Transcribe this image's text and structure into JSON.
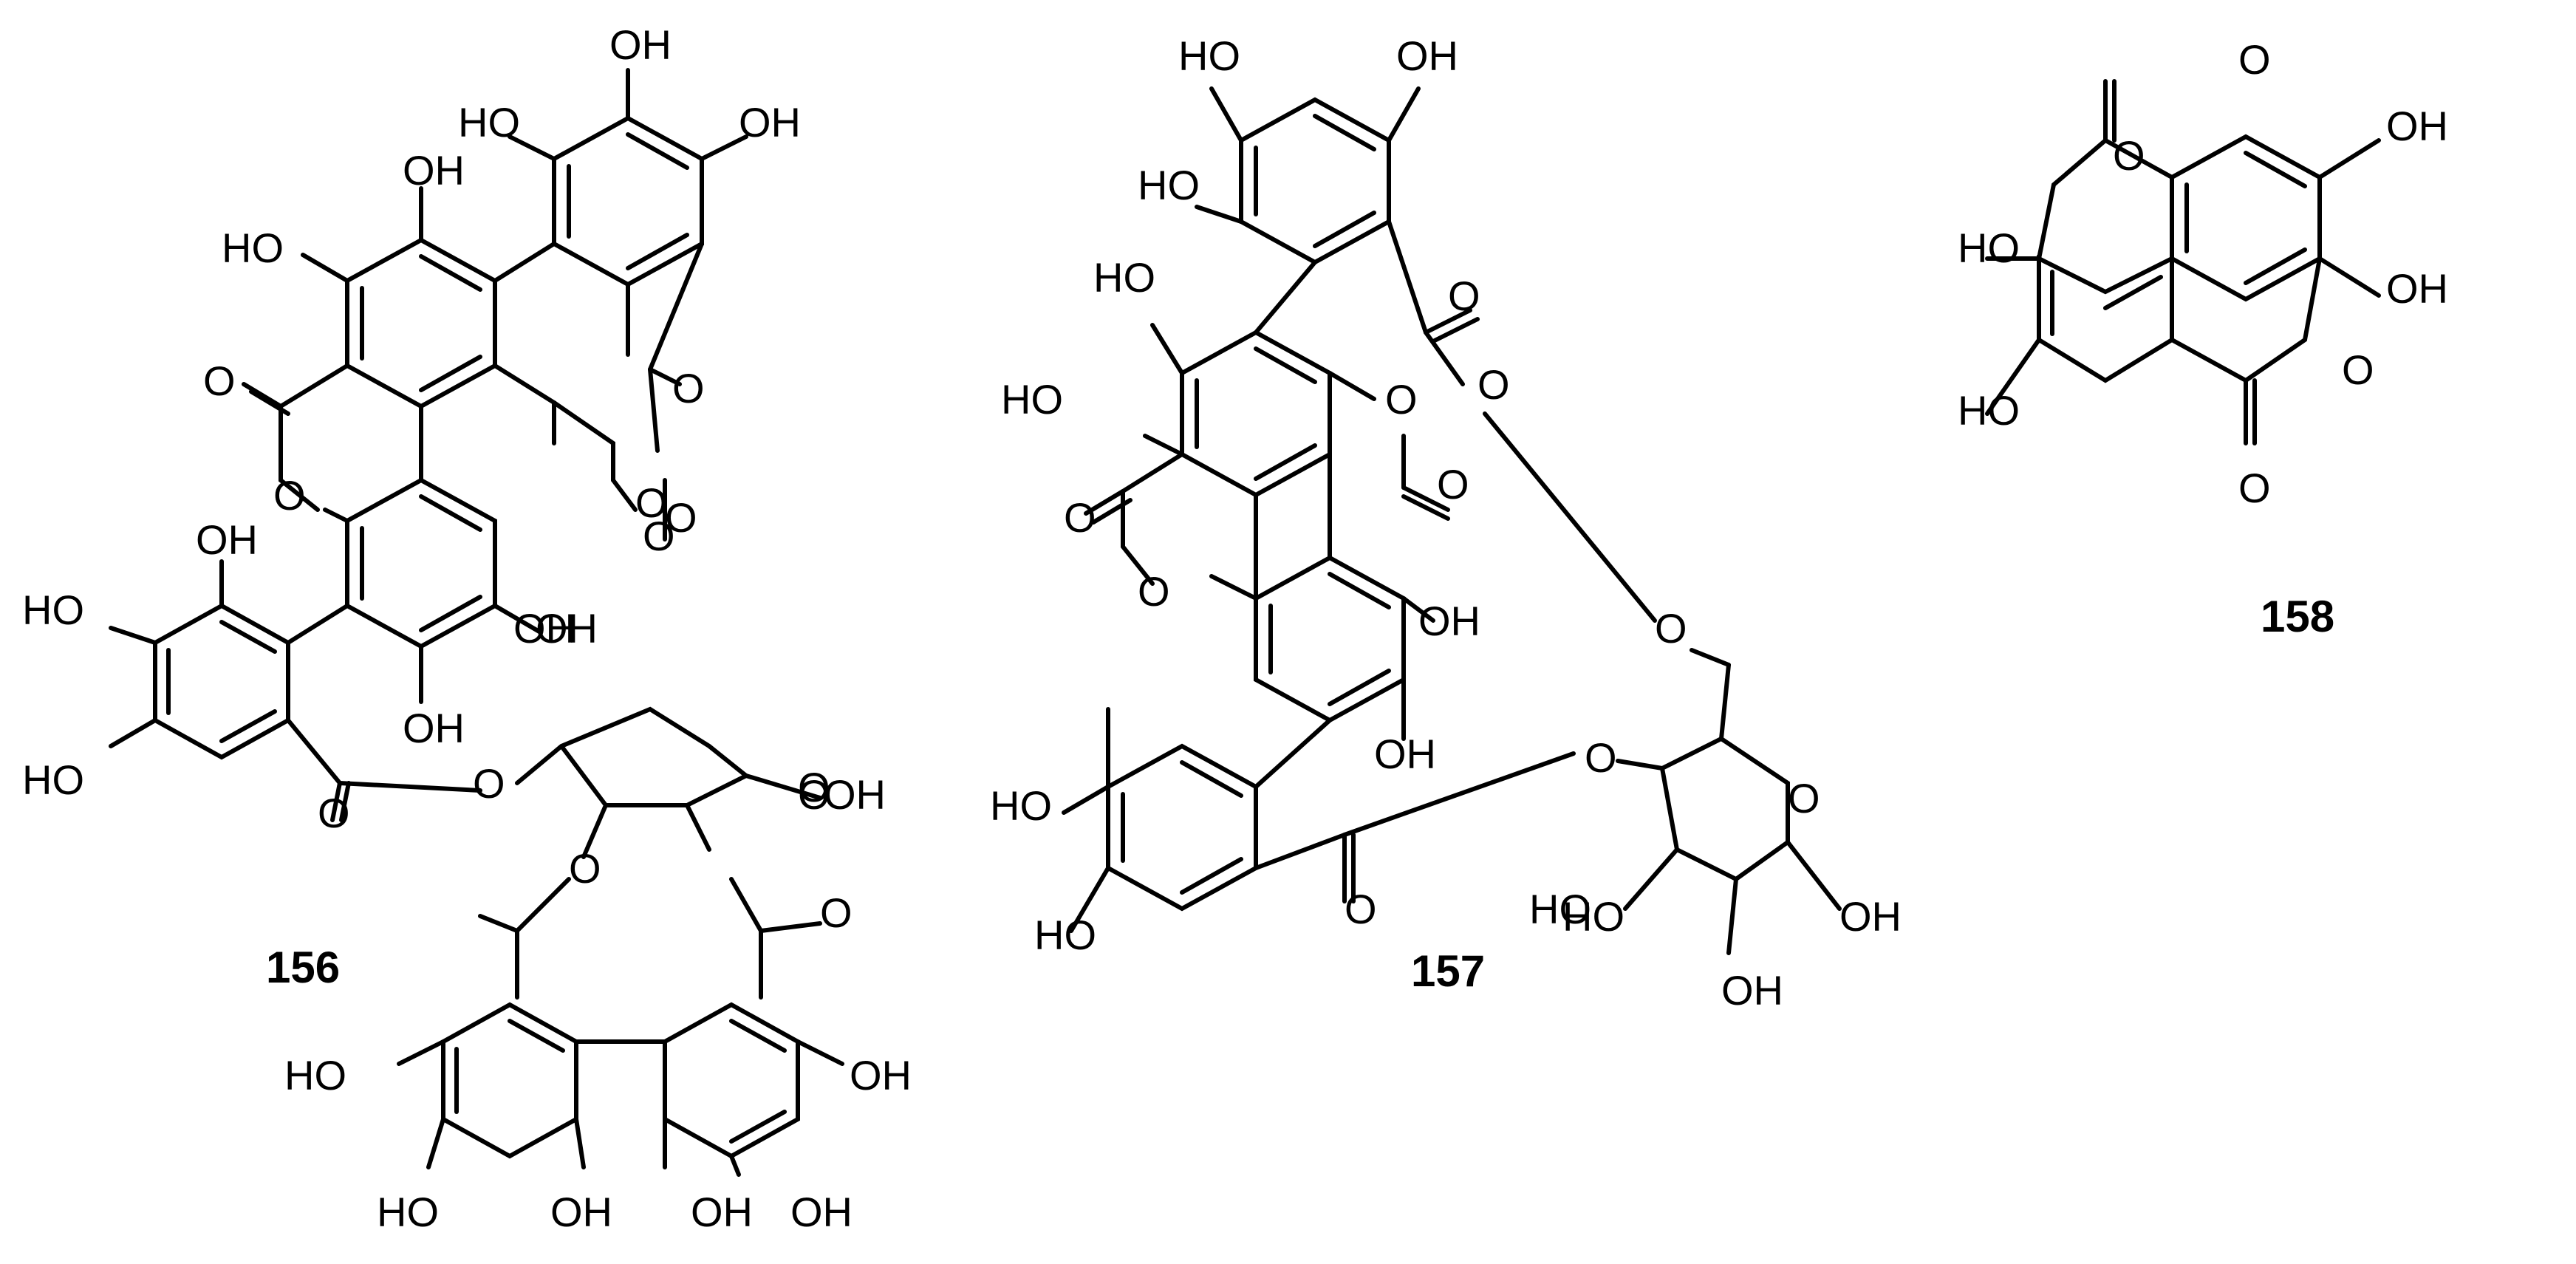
{
  "compounds": [
    {
      "id": "156",
      "labels": [
        "OH",
        "HO",
        "OH",
        "OH",
        "HO",
        "O",
        "O",
        "O",
        "O",
        "O",
        "O",
        "OH",
        "HO",
        "OH",
        "HO",
        "OH",
        "OH",
        "O",
        "O",
        "O",
        "OH",
        "O",
        "O",
        "O",
        "HO",
        "OH",
        "HO",
        "OH",
        "OH",
        "OH"
      ]
    },
    {
      "id": "157",
      "labels": [
        "HO",
        "OH",
        "HO",
        "HO",
        "O",
        "HO",
        "O",
        "O",
        "O",
        "O",
        "O",
        "OH",
        "OH",
        "O",
        "HO",
        "HO",
        "O",
        "HO",
        "O",
        "O",
        "HO",
        "OH",
        "OH"
      ]
    },
    {
      "id": "158",
      "labels": [
        "O",
        "OH",
        "HO",
        "O",
        "OH",
        "O",
        "HO",
        "O"
      ]
    }
  ]
}
